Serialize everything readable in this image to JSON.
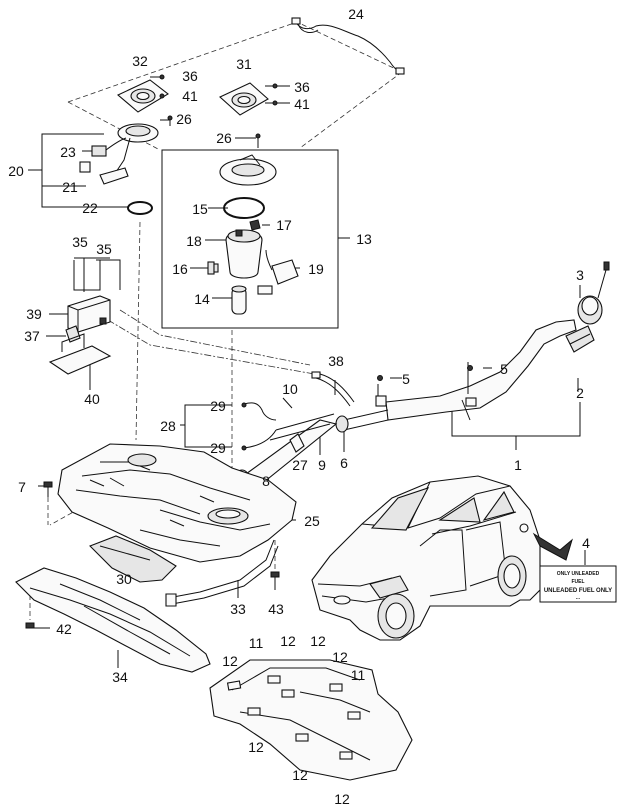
{
  "callouts": [
    {
      "id": "c1",
      "text": "1"
    },
    {
      "id": "c2",
      "text": "2"
    },
    {
      "id": "c3",
      "text": "3"
    },
    {
      "id": "c4",
      "text": "4"
    },
    {
      "id": "c5a",
      "text": "5"
    },
    {
      "id": "c5b",
      "text": "5"
    },
    {
      "id": "c6",
      "text": "6"
    },
    {
      "id": "c7",
      "text": "7"
    },
    {
      "id": "c8",
      "text": "8"
    },
    {
      "id": "c9",
      "text": "9"
    },
    {
      "id": "c10",
      "text": "10"
    },
    {
      "id": "c11a",
      "text": "11"
    },
    {
      "id": "c11b",
      "text": "11"
    },
    {
      "id": "c12a",
      "text": "12"
    },
    {
      "id": "c12b",
      "text": "12"
    },
    {
      "id": "c12c",
      "text": "12"
    },
    {
      "id": "c12d",
      "text": "12"
    },
    {
      "id": "c12e",
      "text": "12"
    },
    {
      "id": "c12f",
      "text": "12"
    },
    {
      "id": "c12g",
      "text": "12"
    },
    {
      "id": "c13",
      "text": "13"
    },
    {
      "id": "c14",
      "text": "14"
    },
    {
      "id": "c15",
      "text": "15"
    },
    {
      "id": "c16",
      "text": "16"
    },
    {
      "id": "c17",
      "text": "17"
    },
    {
      "id": "c18",
      "text": "18"
    },
    {
      "id": "c19",
      "text": "19"
    },
    {
      "id": "c20",
      "text": "20"
    },
    {
      "id": "c21",
      "text": "21"
    },
    {
      "id": "c22",
      "text": "22"
    },
    {
      "id": "c23",
      "text": "23"
    },
    {
      "id": "c24",
      "text": "24"
    },
    {
      "id": "c25",
      "text": "25"
    },
    {
      "id": "c26a",
      "text": "26"
    },
    {
      "id": "c26b",
      "text": "26"
    },
    {
      "id": "c27",
      "text": "27"
    },
    {
      "id": "c28",
      "text": "28"
    },
    {
      "id": "c29a",
      "text": "29"
    },
    {
      "id": "c29b",
      "text": "29"
    },
    {
      "id": "c30",
      "text": "30"
    },
    {
      "id": "c31",
      "text": "31"
    },
    {
      "id": "c32",
      "text": "32"
    },
    {
      "id": "c33",
      "text": "33"
    },
    {
      "id": "c34",
      "text": "34"
    },
    {
      "id": "c35a",
      "text": "35"
    },
    {
      "id": "c35b",
      "text": "35"
    },
    {
      "id": "c36a",
      "text": "36"
    },
    {
      "id": "c36b",
      "text": "36"
    },
    {
      "id": "c37",
      "text": "37"
    },
    {
      "id": "c38",
      "text": "38"
    },
    {
      "id": "c39",
      "text": "39"
    },
    {
      "id": "c40",
      "text": "40"
    },
    {
      "id": "c41a",
      "text": "41"
    },
    {
      "id": "c41b",
      "text": "41"
    },
    {
      "id": "c42",
      "text": "42"
    },
    {
      "id": "c43",
      "text": "43"
    }
  ],
  "label_4": {
    "line1": "ONLY UNLEADED",
    "line2": "FUEL",
    "line3": "UNLEADED FUEL ONLY",
    "line4": "..."
  }
}
